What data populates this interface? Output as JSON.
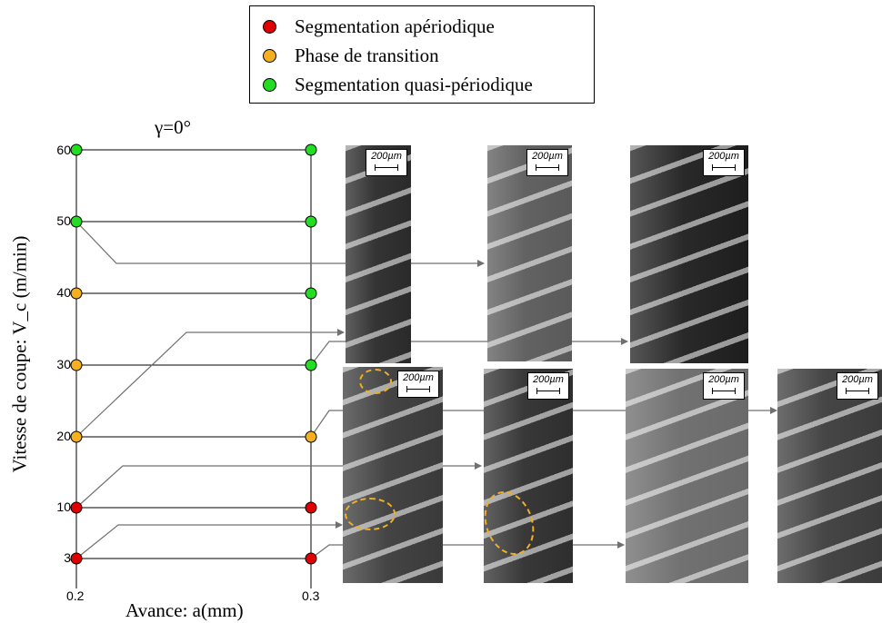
{
  "legend": {
    "items": [
      {
        "label": "Segmentation apériodique",
        "color": "#e00000"
      },
      {
        "label": "Phase de transition",
        "color": "#f5b020"
      },
      {
        "label": "Segmentation quasi-périodique",
        "color": "#22dd22"
      }
    ]
  },
  "chart_data": {
    "type": "scatter",
    "title": "γ=0°",
    "xlabel": "Avance: a(mm)",
    "ylabel": "Vitesse de coupe: V_c (m/min)",
    "x_ticks": [
      "0.2",
      "0.3"
    ],
    "y_ticks": [
      "3",
      "10",
      "20",
      "30",
      "40",
      "50",
      "60"
    ],
    "points": [
      {
        "x": 0.2,
        "y": 3,
        "phase": "Segmentation apériodique"
      },
      {
        "x": 0.3,
        "y": 3,
        "phase": "Segmentation apériodique"
      },
      {
        "x": 0.2,
        "y": 10,
        "phase": "Segmentation apériodique"
      },
      {
        "x": 0.3,
        "y": 10,
        "phase": "Segmentation apériodique"
      },
      {
        "x": 0.2,
        "y": 20,
        "phase": "Phase de transition"
      },
      {
        "x": 0.3,
        "y": 20,
        "phase": "Phase de transition"
      },
      {
        "x": 0.2,
        "y": 30,
        "phase": "Phase de transition"
      },
      {
        "x": 0.3,
        "y": 30,
        "phase": "Segmentation quasi-périodique"
      },
      {
        "x": 0.2,
        "y": 40,
        "phase": "Phase de transition"
      },
      {
        "x": 0.3,
        "y": 40,
        "phase": "Segmentation quasi-périodique"
      },
      {
        "x": 0.2,
        "y": 50,
        "phase": "Segmentation quasi-périodique"
      },
      {
        "x": 0.3,
        "y": 50,
        "phase": "Segmentation quasi-périodique"
      },
      {
        "x": 0.2,
        "y": 60,
        "phase": "Segmentation quasi-périodique"
      },
      {
        "x": 0.3,
        "y": 60,
        "phase": "Segmentation quasi-périodique"
      }
    ],
    "grid": "horizontal"
  },
  "scale_label": "200µm",
  "photos": [
    {
      "id": "top-1",
      "tone": "#2a2a2a"
    },
    {
      "id": "top-2",
      "tone": "#5a5a5a"
    },
    {
      "id": "top-3",
      "tone": "#1e1e1e"
    },
    {
      "id": "bottom-1",
      "tone": "#3a3a3a"
    },
    {
      "id": "bottom-2",
      "tone": "#2e2e2e"
    },
    {
      "id": "bottom-3",
      "tone": "#6a6a6a"
    },
    {
      "id": "bottom-4",
      "tone": "#3c3c3c"
    }
  ]
}
